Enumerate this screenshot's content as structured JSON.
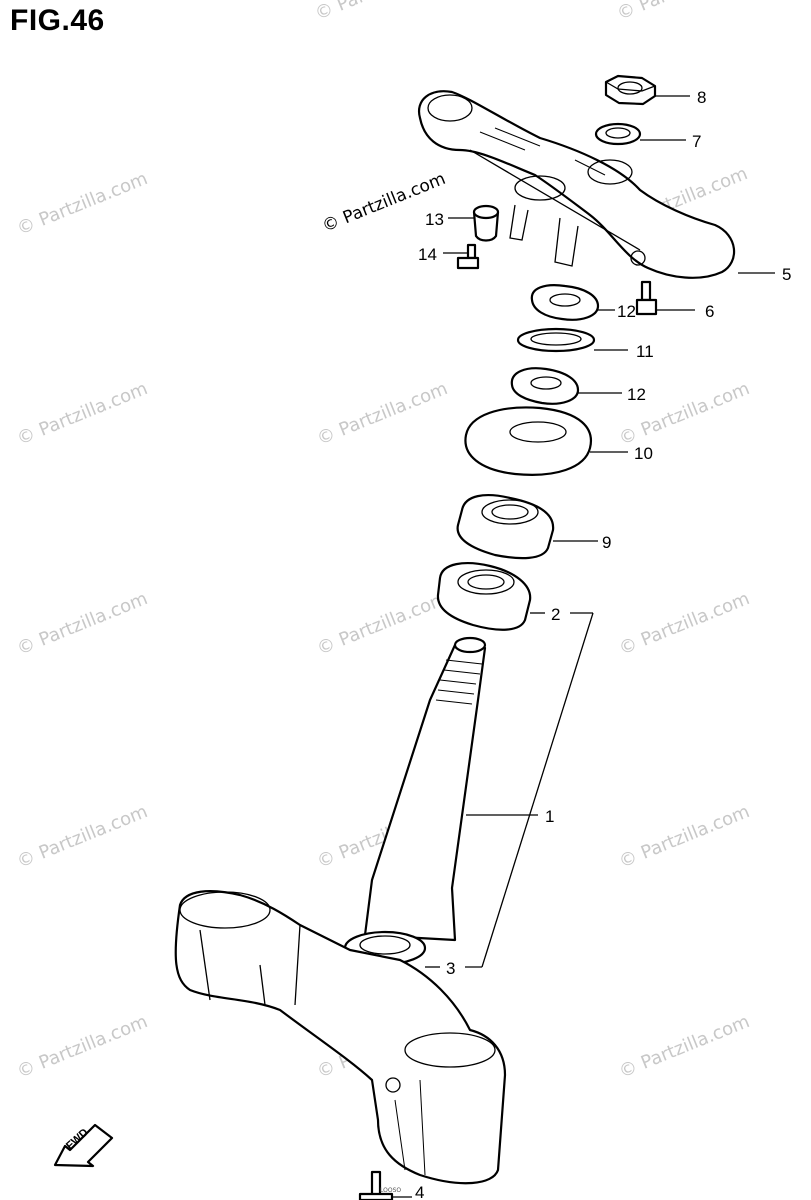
{
  "figure": {
    "title": "FIG.46"
  },
  "watermark": {
    "text": "© Partzilla.com",
    "url_label": "© Partzilla.com"
  },
  "fwd_arrow": {
    "label": "FWD"
  },
  "parts": [
    {
      "ref": "1"
    },
    {
      "ref": "2"
    },
    {
      "ref": "3"
    },
    {
      "ref": "4"
    },
    {
      "ref": "5"
    },
    {
      "ref": "6"
    },
    {
      "ref": "7"
    },
    {
      "ref": "8"
    },
    {
      "ref": "9"
    },
    {
      "ref": "10"
    },
    {
      "ref": "11"
    },
    {
      "ref": "12"
    },
    {
      "ref": "12"
    },
    {
      "ref": "13"
    },
    {
      "ref": "14"
    }
  ],
  "footer_code": "LOOSO"
}
